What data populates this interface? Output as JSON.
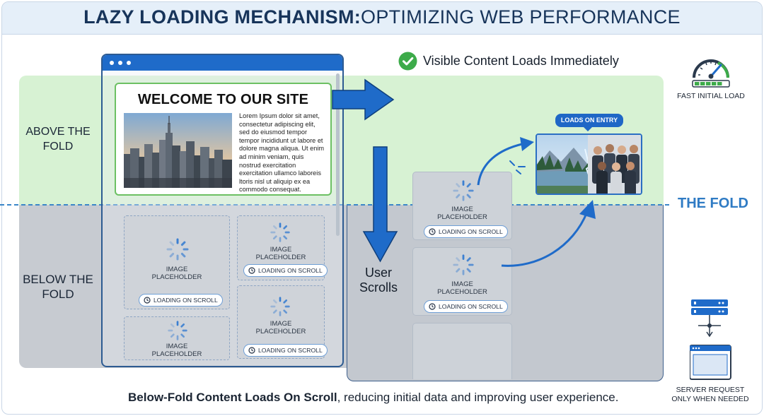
{
  "title": {
    "bold": "LAZY LOADING MECHANISM:",
    "light": "OPTIMIZING WEB PERFORMANCE"
  },
  "zones": {
    "above": "ABOVE THE FOLD",
    "below": "BELOW THE FOLD"
  },
  "fold_label": "THE FOLD",
  "hero": {
    "title": "WELCOME TO OUR SITE",
    "body": "Lorem Ipsum dolor sit amet, consectetur adipiscing elit, sed do eiusmod tempor tempor incididunt ut labore et dolore magna aliqua. Ut enim ad minim veniam, quis nostrud exercitation exercitation ullamco laboreis ltoris nisl ut aliquip ex ea commodo consequat."
  },
  "placeholder": {
    "label_line1": "IMAGE",
    "label_line2": "PLACEHOLDER",
    "status": "LOADING ON SCROLL"
  },
  "visible_note": "Visible Content Loads Immediately",
  "loads_on_entry": "LOADS ON ENTRY",
  "user_scrolls": "User Scrolls",
  "fast_initial_load": "FAST INITIAL LOAD",
  "server_note": "SERVER REQUEST ONLY WHEN NEEDED",
  "caption": {
    "bold": "Below-Fold Content Loads On Scroll",
    "rest": ", reducing initial data and improving user experience."
  },
  "colors": {
    "accent_blue": "#1f6bc9",
    "fold_blue": "#2f7bc4",
    "above_green": "#d7f2d3",
    "below_gray": "#c7cbd1",
    "check_green": "#3dab4a"
  }
}
